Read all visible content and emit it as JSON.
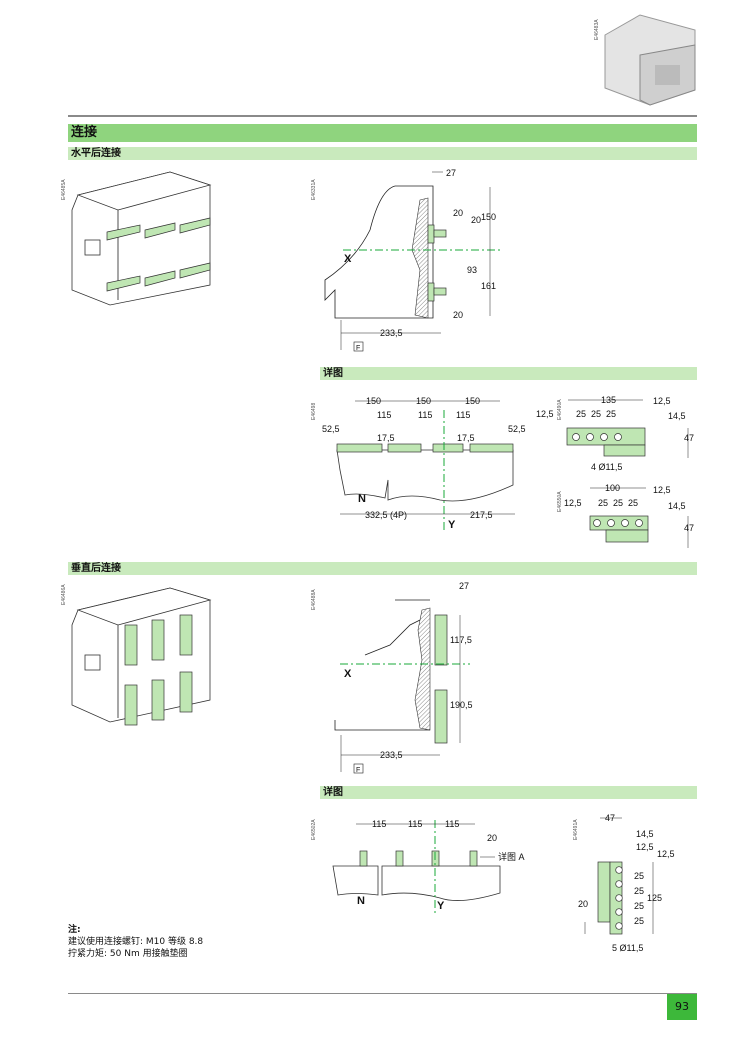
{
  "colors": {
    "section_header": "#8fd47e",
    "subsection_header": "#c9eabd",
    "page_number_bg": "#3db83a",
    "centerline": "#1aa83a",
    "busbar": "#bfe6b3"
  },
  "section_title": "连接",
  "horizontal": {
    "title": "水平后连接",
    "fig_codes": [
      "E46485A",
      "E46331A"
    ],
    "side": {
      "d27": "27",
      "d20a": "20",
      "d20b": "20",
      "d150": "150",
      "x": "X",
      "d93": "93",
      "d161": "161",
      "d20c": "20",
      "d233": "233,5",
      "f": "F"
    },
    "detail_title": "详图",
    "front": {
      "fig_code": "E46498",
      "d150": [
        "150",
        "150",
        "150"
      ],
      "d115": [
        "115",
        "115",
        "115"
      ],
      "d52l": "52,5",
      "d52r": "52,5",
      "d17l": "17,5",
      "d17r": "17,5",
      "n": "N",
      "d332": "332,5 (4P)",
      "d217": "217,5",
      "y": "Y"
    },
    "bar1": {
      "fig_code": "E46490A",
      "d135": "135",
      "d125l": "12,5",
      "d25": [
        "25",
        "25",
        "25"
      ],
      "d125r": "12,5",
      "d145": "14,5",
      "d47": "47",
      "holes": "4 Ø11,5"
    },
    "bar2": {
      "fig_code": "E46550A",
      "d100": "100",
      "d125l": "12,5",
      "d25": [
        "25",
        "25",
        "25"
      ],
      "d125r": "12,5",
      "d145": "14,5",
      "d47": "47"
    }
  },
  "vertical": {
    "title": "垂直后连接",
    "fig_codes": [
      "E46486A",
      "E46488A"
    ],
    "side": {
      "d27": "27",
      "d117": "117,5",
      "x": "X",
      "d190": "190,5",
      "d233": "233,5",
      "f": "F"
    },
    "detail_title": "详图",
    "front": {
      "fig_code": "E46502A",
      "d115": [
        "115",
        "115",
        "115"
      ],
      "d20": "20",
      "detail_a": "详图 A",
      "n": "N",
      "y": "Y"
    },
    "bar": {
      "fig_code": "E46491A",
      "d47": "47",
      "d145": "14,5",
      "d125a": "12,5",
      "d125b": "12,5",
      "d25": [
        "25",
        "25",
        "25",
        "25"
      ],
      "d125": "125",
      "d20": "20",
      "holes": "5 Ø11,5"
    }
  },
  "top_image_code": "E46483A",
  "notes": {
    "title": "注:",
    "line1": "建议使用连接螺钉: M10 等级 8.8",
    "line2": "拧紧力矩: 50 Nm 用接触垫圈"
  },
  "page_number": "93"
}
